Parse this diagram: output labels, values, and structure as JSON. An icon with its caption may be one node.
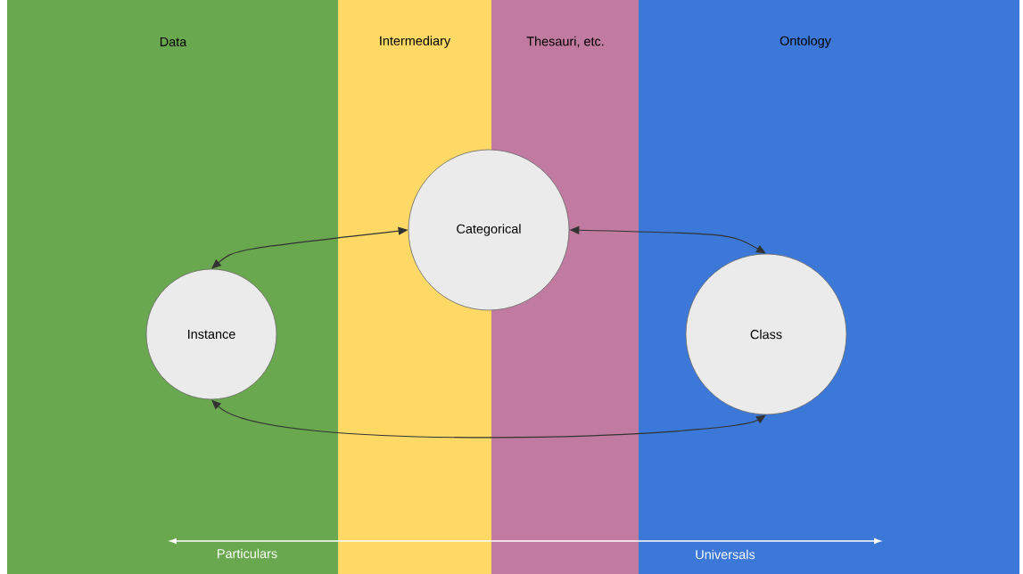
{
  "diagram": {
    "nodes": [
      {
        "text": [
          "Instance"
        ]
      },
      {
        "text": [
          "Categorical"
        ]
      },
      {
        "text": [
          "Class"
        ]
      }
    ],
    "edges": [
      {
        "from": 0,
        "to": 1,
        "arrow": "both"
      },
      {
        "from": 1,
        "to": 2,
        "arrow": "both"
      },
      {
        "from": 0,
        "to": 2,
        "arrow": "both"
      }
    ],
    "labels": [
      "Data",
      "Intermediary",
      "Thesauri, etc.",
      "Ontology",
      "Particulars",
      "Universals"
    ]
  }
}
